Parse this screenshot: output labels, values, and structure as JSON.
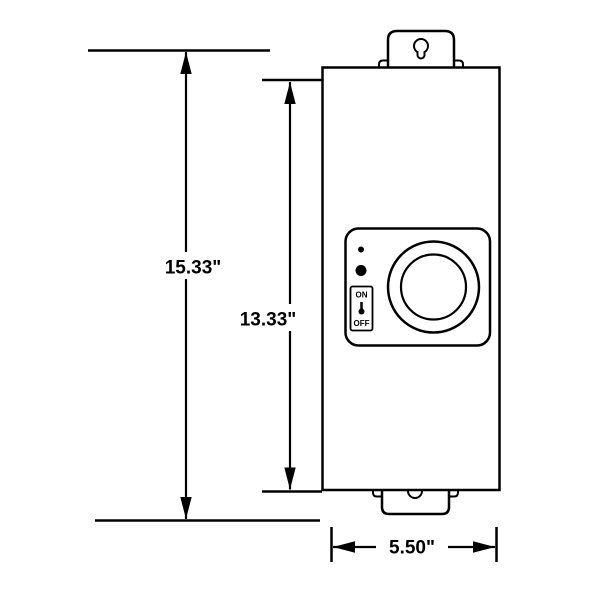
{
  "dims": {
    "overall_height": "15.33\"",
    "body_height": "13.33\"",
    "width": "5.50\""
  },
  "switch": {
    "on": "ON",
    "off": "OFF"
  },
  "colors": {
    "line": "#000000",
    "background": "#ffffff"
  }
}
